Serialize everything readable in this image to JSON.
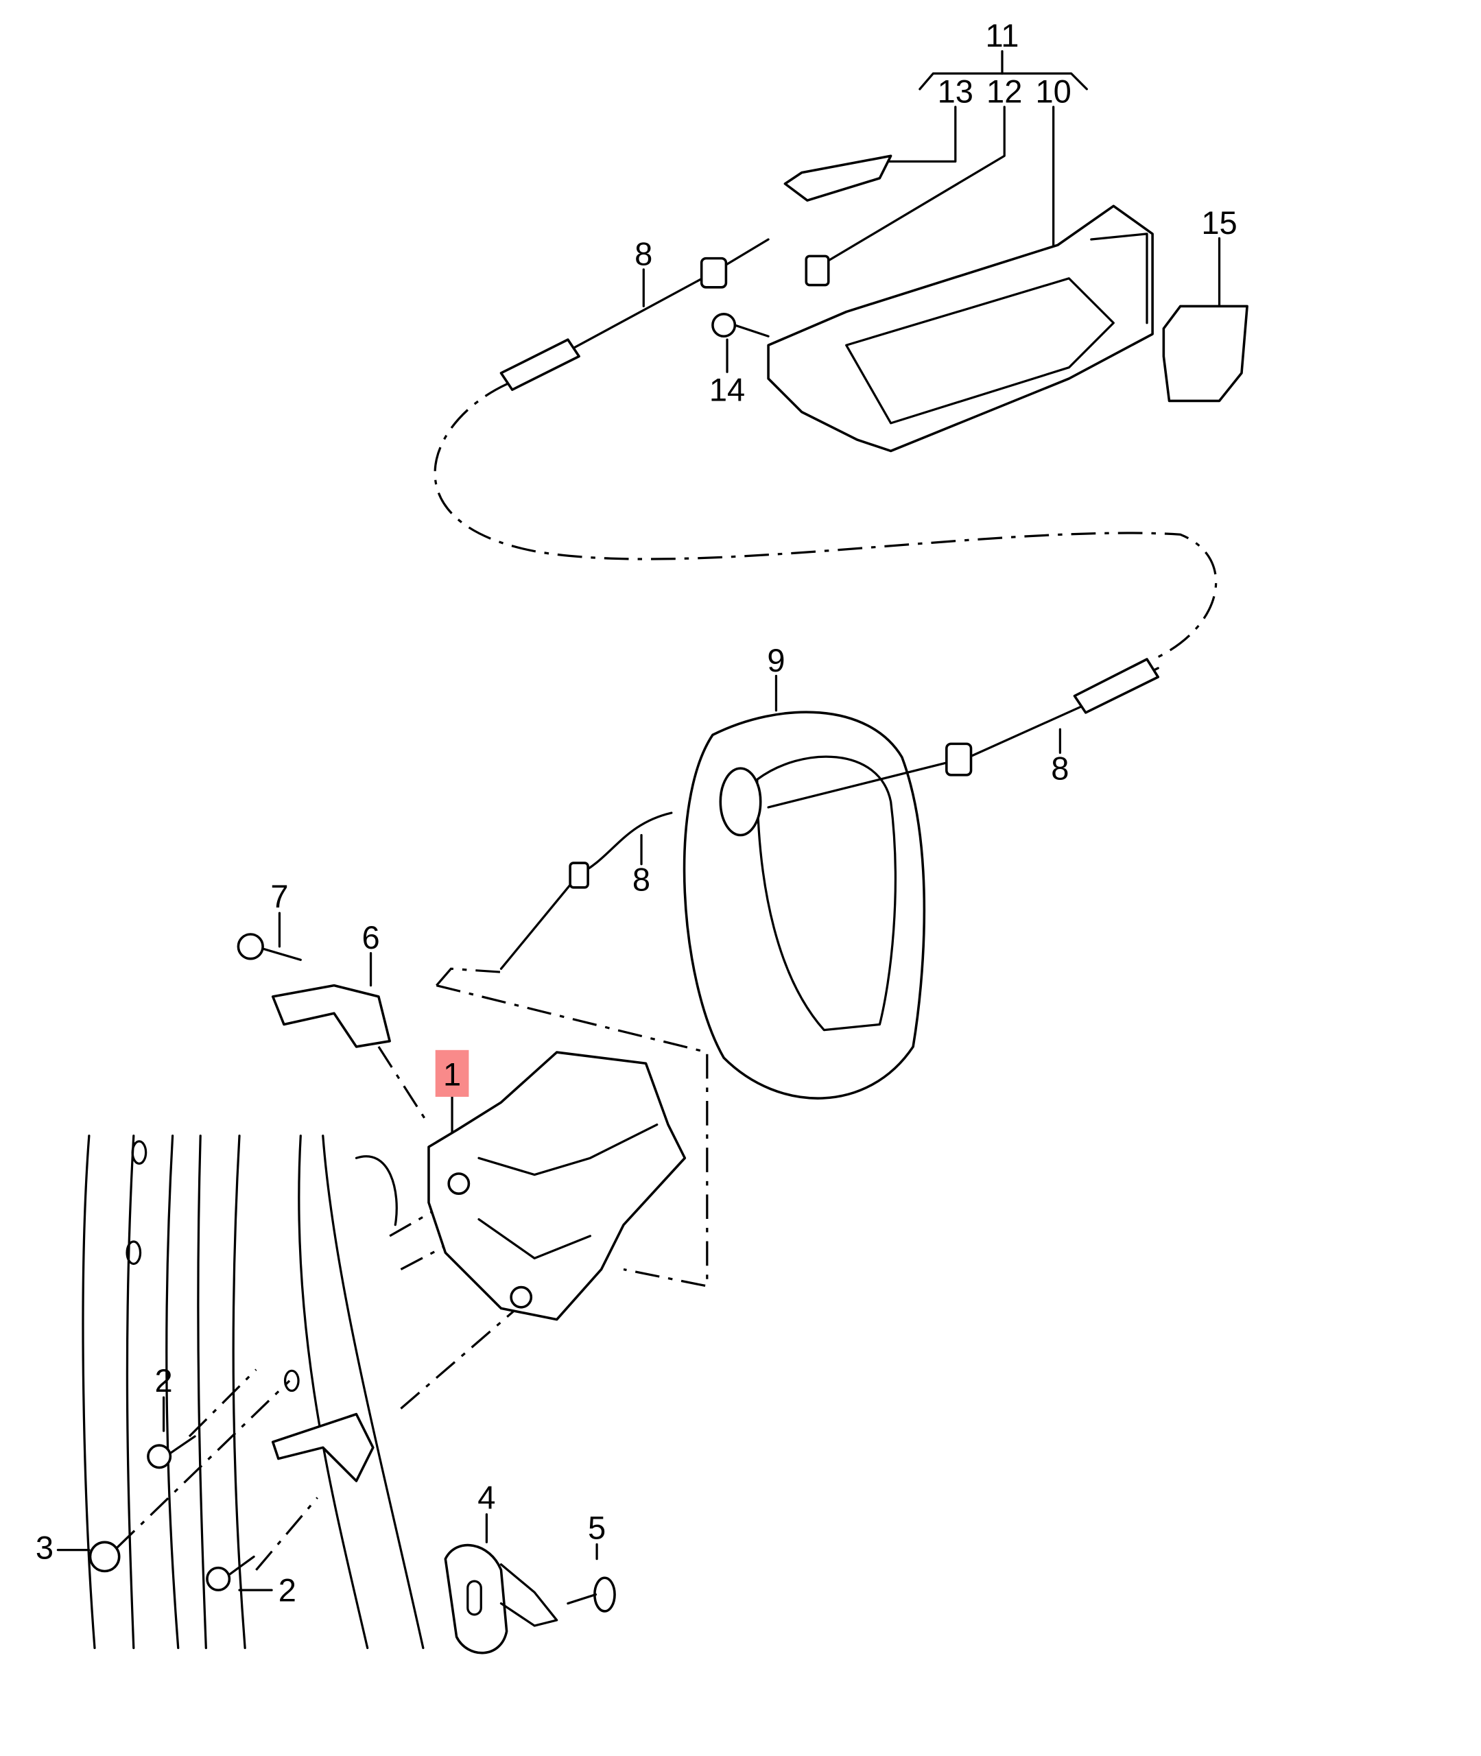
{
  "diagram": {
    "highlight_color": "#f98a8a",
    "highlighted_part": "1",
    "labels": {
      "p11": "11",
      "p13": "13",
      "p12": "12",
      "p10": "10",
      "p8a": "8",
      "p15": "15",
      "p14": "14",
      "p9": "9",
      "p8b": "8",
      "p8c": "8",
      "p7": "7",
      "p6": "6",
      "p1": "1",
      "p2a": "2",
      "p3": "3",
      "p2b": "2",
      "p4": "4",
      "p5": "5"
    }
  }
}
